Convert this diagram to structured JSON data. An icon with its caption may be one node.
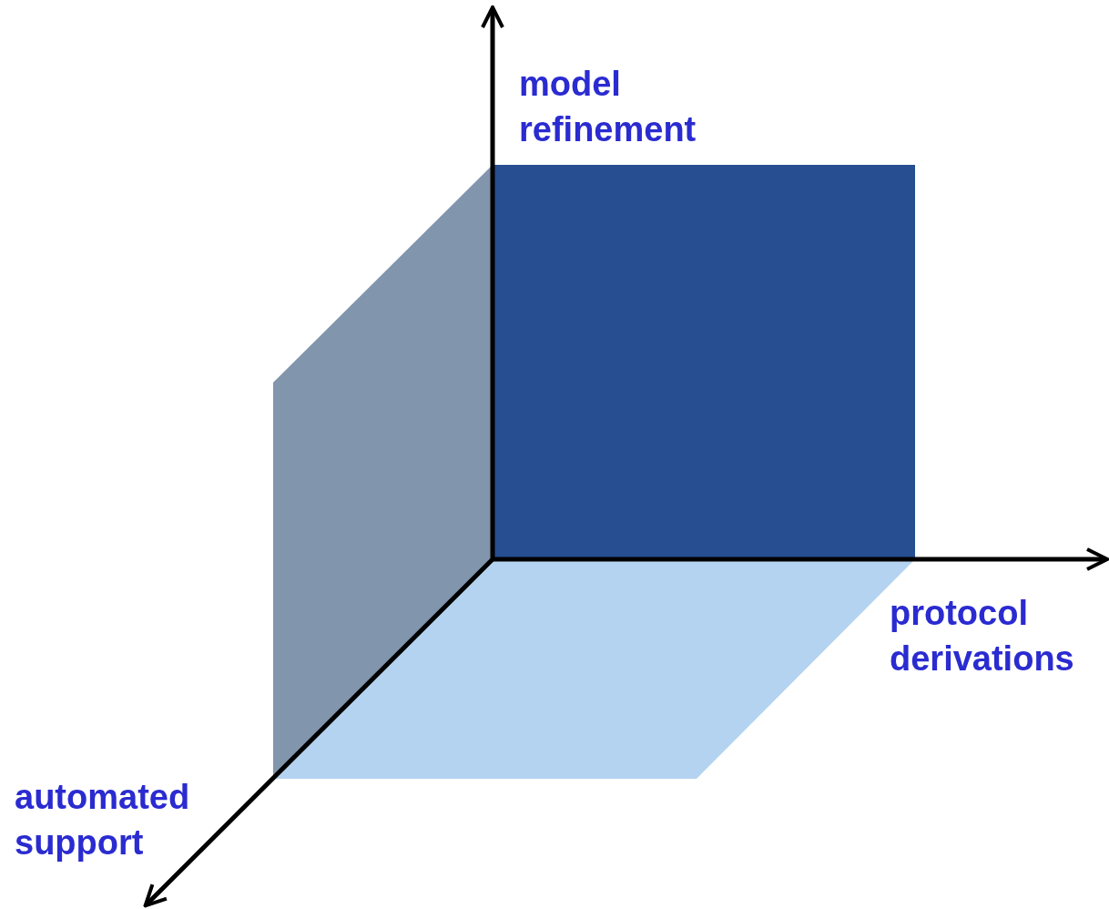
{
  "diagram": {
    "labels": [
      "model refinement",
      "protocol derivations",
      "automated support"
    ]
  }
}
